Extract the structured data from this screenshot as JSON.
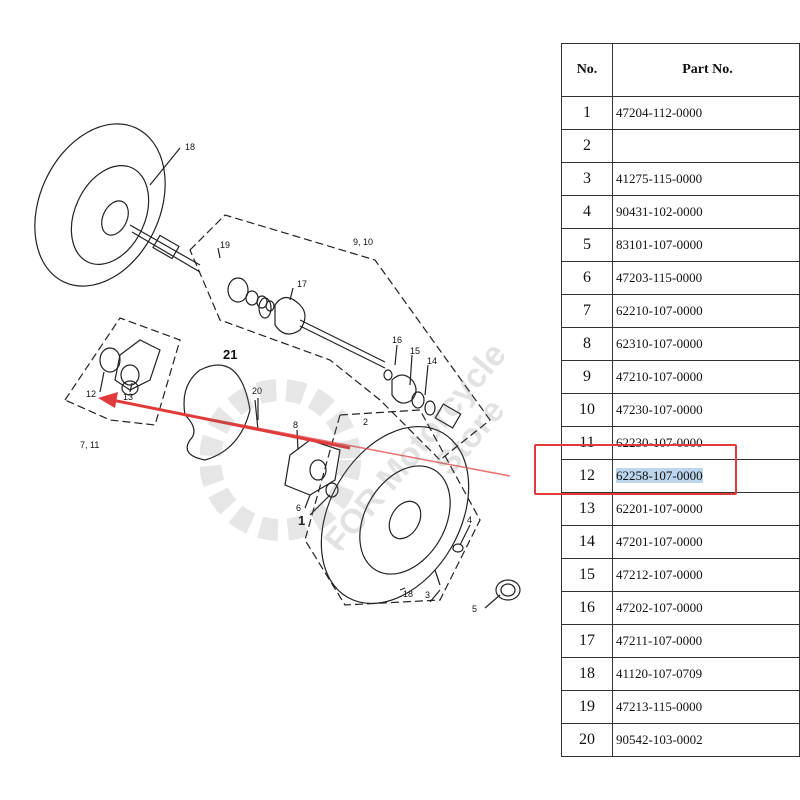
{
  "table": {
    "header_no": "No.",
    "header_part": "Part No.",
    "rows": [
      {
        "no": "1",
        "part": "47204-112-0000"
      },
      {
        "no": "2",
        "part": ""
      },
      {
        "no": "3",
        "part": "41275-115-0000"
      },
      {
        "no": "4",
        "part": "90431-102-0000"
      },
      {
        "no": "5",
        "part": "83101-107-0000"
      },
      {
        "no": "6",
        "part": "47203-115-0000"
      },
      {
        "no": "7",
        "part": "62210-107-0000"
      },
      {
        "no": "8",
        "part": "62310-107-0000"
      },
      {
        "no": "9",
        "part": "47210-107-0000"
      },
      {
        "no": "10",
        "part": "47230-107-0000"
      },
      {
        "no": "11",
        "part": "62230-107-0000"
      },
      {
        "no": "12",
        "part": "62258-107-0000",
        "highlighted": true
      },
      {
        "no": "13",
        "part": "62201-107-0000"
      },
      {
        "no": "14",
        "part": "47201-107-0000"
      },
      {
        "no": "15",
        "part": "47212-107-0000"
      },
      {
        "no": "16",
        "part": "47202-107-0000"
      },
      {
        "no": "17",
        "part": "47211-107-0000"
      },
      {
        "no": "18",
        "part": "41120-107-0709"
      },
      {
        "no": "19",
        "part": "47213-115-0000"
      },
      {
        "no": "20",
        "part": "90542-103-0002"
      }
    ]
  },
  "diagram": {
    "labels": {
      "l18a": "18",
      "l9_10": "9, 10",
      "l19": "19",
      "l17": "17",
      "l16": "16",
      "l15": "15",
      "l14": "14",
      "l21": "21",
      "l20": "20",
      "l12": "12",
      "l13": "13",
      "l7_11": "7, 11",
      "l8": "8",
      "l6": "6",
      "l1": "1",
      "l2": "2",
      "l4": "4",
      "l3": "3",
      "l18b": "18",
      "l5": "5"
    }
  },
  "watermark": {
    "line1": "FOR Motorcycle",
    "line2": "Store"
  },
  "colors": {
    "highlight_box": "#e03a3a",
    "arrow": "#e03a3a",
    "selection": "#bcd6ee"
  }
}
